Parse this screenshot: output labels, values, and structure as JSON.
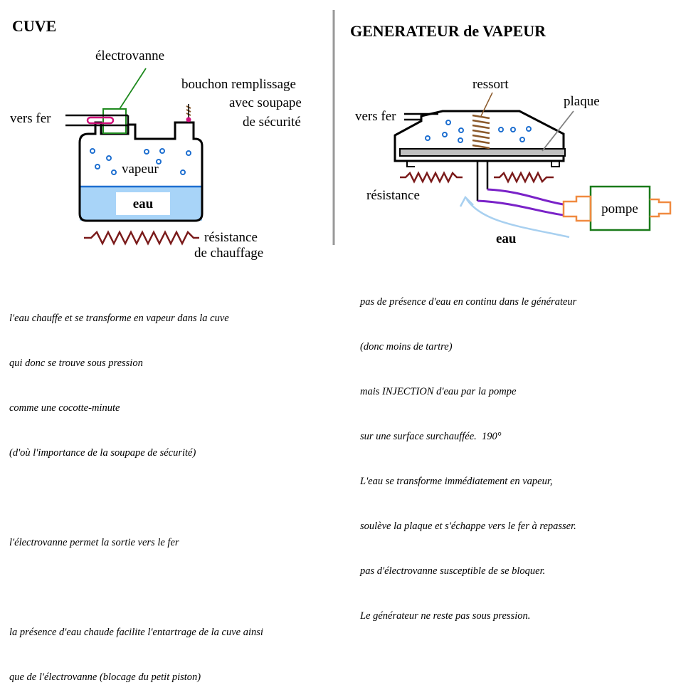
{
  "left": {
    "title": "CUVE",
    "labels": {
      "electrovanne": "électrovanne",
      "vers_fer": "vers fer",
      "bouchon_1": "bouchon remplissage",
      "bouchon_2": "avec soupape",
      "bouchon_3": "de sécurité",
      "vapeur": "vapeur",
      "eau": "eau",
      "resistance_1": "résistance",
      "resistance_2": "de chauffage"
    },
    "notes": [
      "l'eau chauffe et se transforme en vapeur dans la cuve",
      "qui donc se trouve sous pression",
      "comme une cocotte-minute",
      "(d'où l'importance de la soupape de sécurité)",
      "",
      "l'électrovanne permet la sortie vers le fer",
      "",
      "la présence d'eau chaude facilite l'entartrage de la cuve ainsi",
      "que de l'électrovanne (blocage du petit piston)"
    ]
  },
  "right": {
    "title": "GENERATEUR de VAPEUR",
    "labels": {
      "ressort": "ressort",
      "plaque": "plaque",
      "vers_fer": "vers fer",
      "resistance": "résistance",
      "pompe": "pompe",
      "eau": "eau"
    },
    "notes": [
      "pas de présence d'eau en continu dans le générateur",
      "(donc moins de tartre)",
      "mais INJECTION d'eau par la pompe",
      "sur une surface surchauffée.  190°",
      "L'eau se transforme immédiatement en vapeur,",
      "soulève la plaque et s'échappe vers le fer à repasser.",
      "pas d'électrovanne susceptible de se bloquer.",
      "Le générateur ne reste pas sous pression."
    ]
  },
  "colors": {
    "water": "#a8d4f8",
    "bubble": "#1e6fd0",
    "resistance": "#7a1a1a",
    "electrovanne": "#1f8a1f",
    "valve_pin": "#d0107a",
    "spring": "#8b5a2b",
    "pump_box": "#1a7a1a",
    "pump_fitting": "#f08a40",
    "pipe_purple": "#7a22c8",
    "arrow_water": "#a8d0f0",
    "plate": "#c0c0c0",
    "divider": "#999999"
  }
}
